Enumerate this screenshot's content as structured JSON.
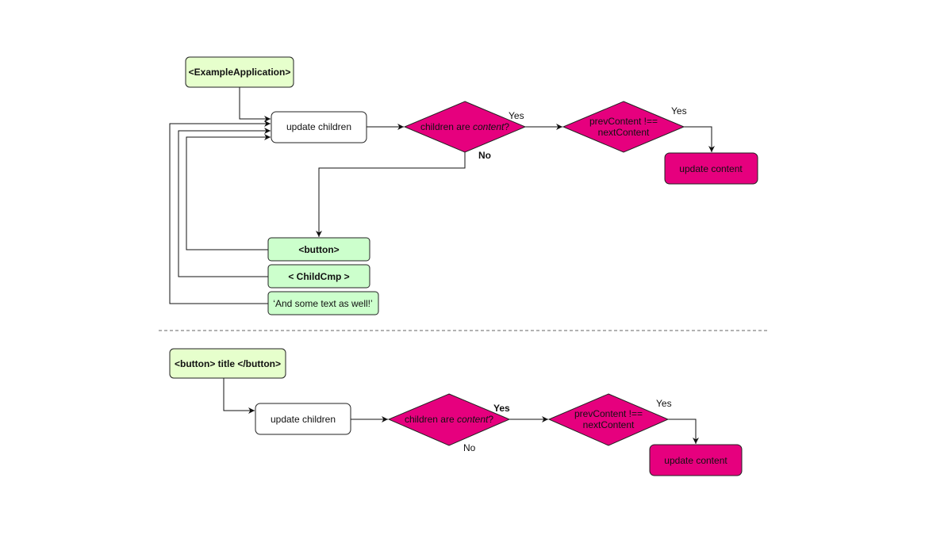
{
  "colors": {
    "app_node": "#e6ffcc",
    "child_node": "#ccffcc",
    "decision": "#e6007e",
    "action": "#e6007e",
    "process": "#ffffff"
  },
  "top": {
    "root": "<ExampleApplication>",
    "update_children": "update children",
    "decision1": {
      "before": "children are ",
      "italic": "content",
      "after": "?"
    },
    "decision2": {
      "line1": "prevContent !==",
      "line2": "nextContent"
    },
    "yes1": "Yes",
    "yes2": "Yes",
    "no": "No",
    "update_content": "update content",
    "children": [
      "<button>",
      "< ChildCmp >",
      "‘And some text as well!’"
    ]
  },
  "bottom": {
    "root": "<button> title </button>",
    "update_children": "update children",
    "decision1": {
      "before": "children are ",
      "italic": "content",
      "after": "?"
    },
    "decision2": {
      "line1": "prevContent !==",
      "line2": "nextContent"
    },
    "yes1": "Yes",
    "yes2": "Yes",
    "no": "No",
    "update_content": "update content"
  }
}
